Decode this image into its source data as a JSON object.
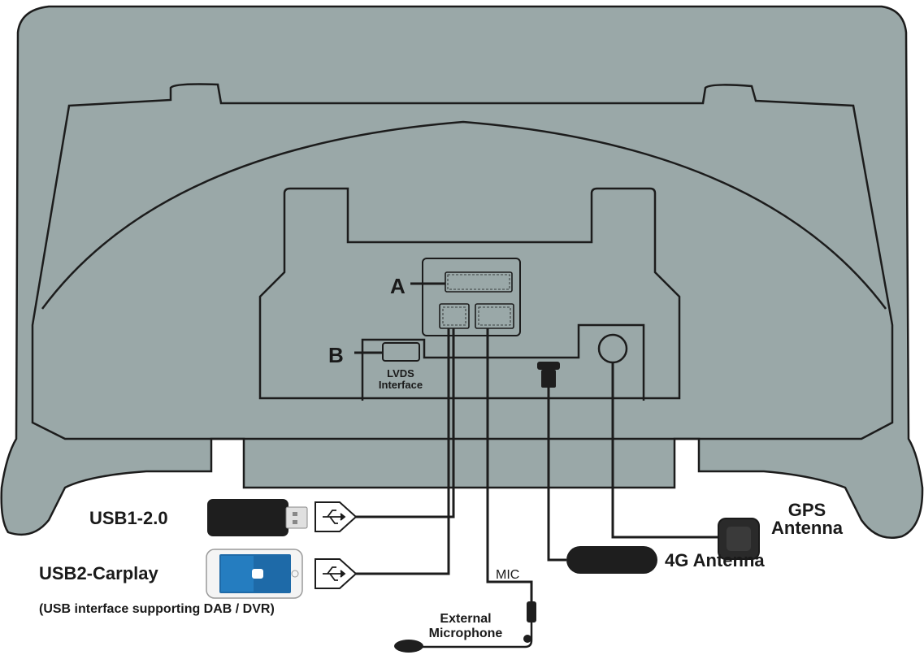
{
  "connectors": {
    "a_letter": "A",
    "b_letter": "B",
    "lvds_line1": "LVDS",
    "lvds_line2": "Interface"
  },
  "devices": {
    "usb1": "USB1-2.0",
    "usb2": "USB2-Carplay",
    "usb_note": "(USB interface supporting DAB / DVR)",
    "gps_line1": "GPS",
    "gps_line2": "Antenna",
    "antenna_4g": "4G Antenna",
    "mic_label": "MIC",
    "mic_line1": "External",
    "mic_line2": "Microphone"
  },
  "colors": {
    "panel": "#9aa8a8",
    "line": "#1c1c1c",
    "device": "#1e1e1e"
  }
}
